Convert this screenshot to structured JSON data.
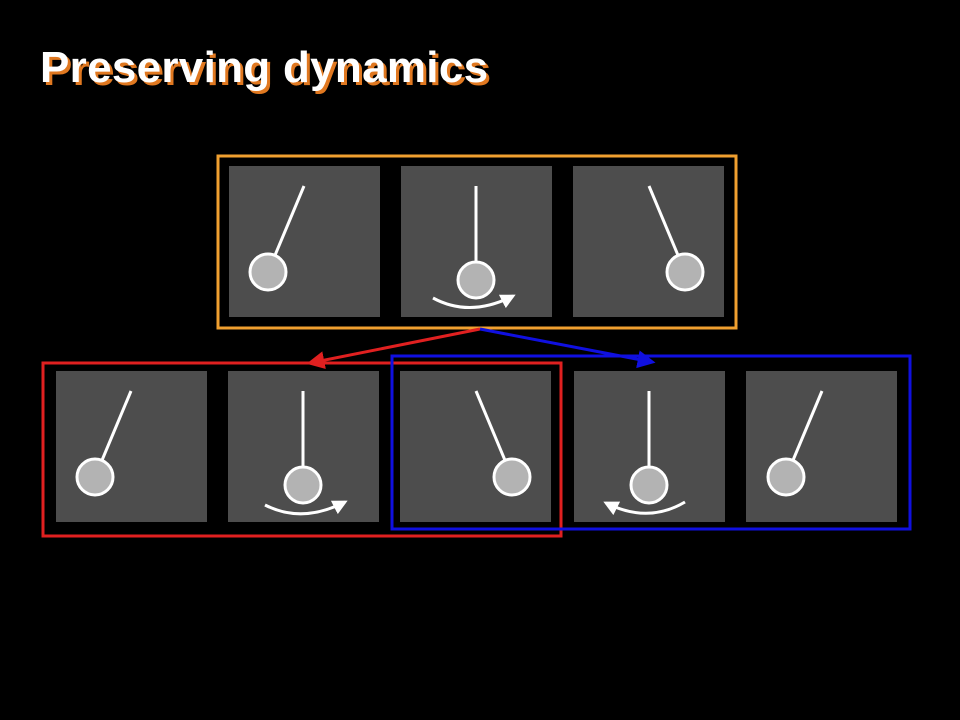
{
  "slide": {
    "title": "Preserving dynamics"
  },
  "colors": {
    "background": "#000000",
    "title_text": "#ffffff",
    "title_shadow": "#e07820",
    "frame_fill": "#4d4d4d",
    "bob_fill": "#b3b3b3",
    "pendulum_line": "#ffffff",
    "group_top": "#f0a030",
    "group_left": "#e02020",
    "group_right": "#1010e0"
  },
  "top_sequence": {
    "frames": [
      {
        "pendulum": "swung-left",
        "motion_arrow": "none"
      },
      {
        "pendulum": "vertical",
        "motion_arrow": "rightward"
      },
      {
        "pendulum": "swung-right",
        "motion_arrow": "none"
      }
    ]
  },
  "bottom_sequence": {
    "frames": [
      {
        "pendulum": "swung-left",
        "motion_arrow": "none"
      },
      {
        "pendulum": "vertical",
        "motion_arrow": "rightward"
      },
      {
        "pendulum": "swung-right",
        "motion_arrow": "none"
      },
      {
        "pendulum": "vertical",
        "motion_arrow": "leftward"
      },
      {
        "pendulum": "swung-left",
        "motion_arrow": "none"
      }
    ]
  }
}
